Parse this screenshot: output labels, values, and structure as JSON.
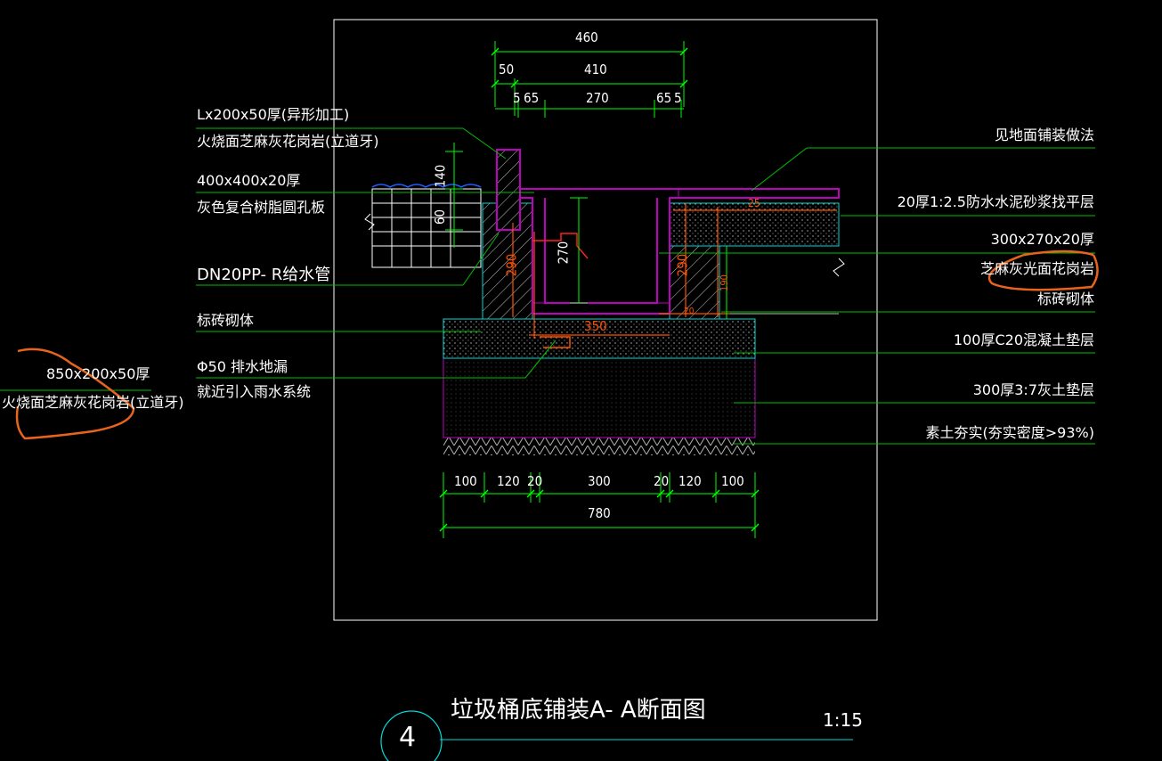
{
  "drawing": {
    "title": "垃圾桶底铺装A- A断面图",
    "scale": "1:15",
    "detail_number": "4"
  },
  "top_dims": {
    "d460": "460",
    "d50": "50",
    "d410": "410",
    "d5": "5",
    "d65a": "65",
    "d270": "270",
    "d65b": "65",
    "d5b": "5"
  },
  "bottom_dims": {
    "d100a": "100",
    "d120a": "120",
    "d20a": "20",
    "d300": "300",
    "d20b": "20",
    "d120b": "120",
    "d100b": "100",
    "d780": "780"
  },
  "inner_dims": {
    "v140": "140",
    "v60": "60",
    "v290a": "290",
    "v270": "270",
    "v290b": "290",
    "v190": "190",
    "h350": "350",
    "h20": "20",
    "h25": "25"
  },
  "left_labels": {
    "l1a": "Lx200x50厚(异形加工)",
    "l1b": "火烧面芝麻灰花岗岩(立道牙)",
    "l2a": "400x400x20厚",
    "l2b": "灰色复合树脂圆孔板",
    "l3": "DN20PP- R给水管",
    "l4": "标砖砌体",
    "l5a": "Φ50 排水地漏",
    "l5b": "就近引入雨水系统",
    "l6a": "850x200x50厚",
    "l6b": "火烧面芝麻灰花岗岩(立道牙)"
  },
  "right_labels": {
    "r1": "见地面铺装做法",
    "r2": "20厚1:2.5防水水泥砂浆找平层",
    "r3a": "300x270x20厚",
    "r3b": "芝麻灰光面花岗岩",
    "r4": "标砖砌体",
    "r5": "100厚C20混凝土垫层",
    "r6": "300厚3:7灰土垫层",
    "r7": "素土夯实(夯实密度>93%)"
  },
  "colors": {
    "background": "#000000",
    "frame": "#ffffff",
    "leader": "#00c000",
    "dimension": "#00ff00",
    "section": "#c000c0",
    "cyan": "#00d8d8",
    "rebar": "#ff5000",
    "annotation_mark": "#e8641e"
  }
}
